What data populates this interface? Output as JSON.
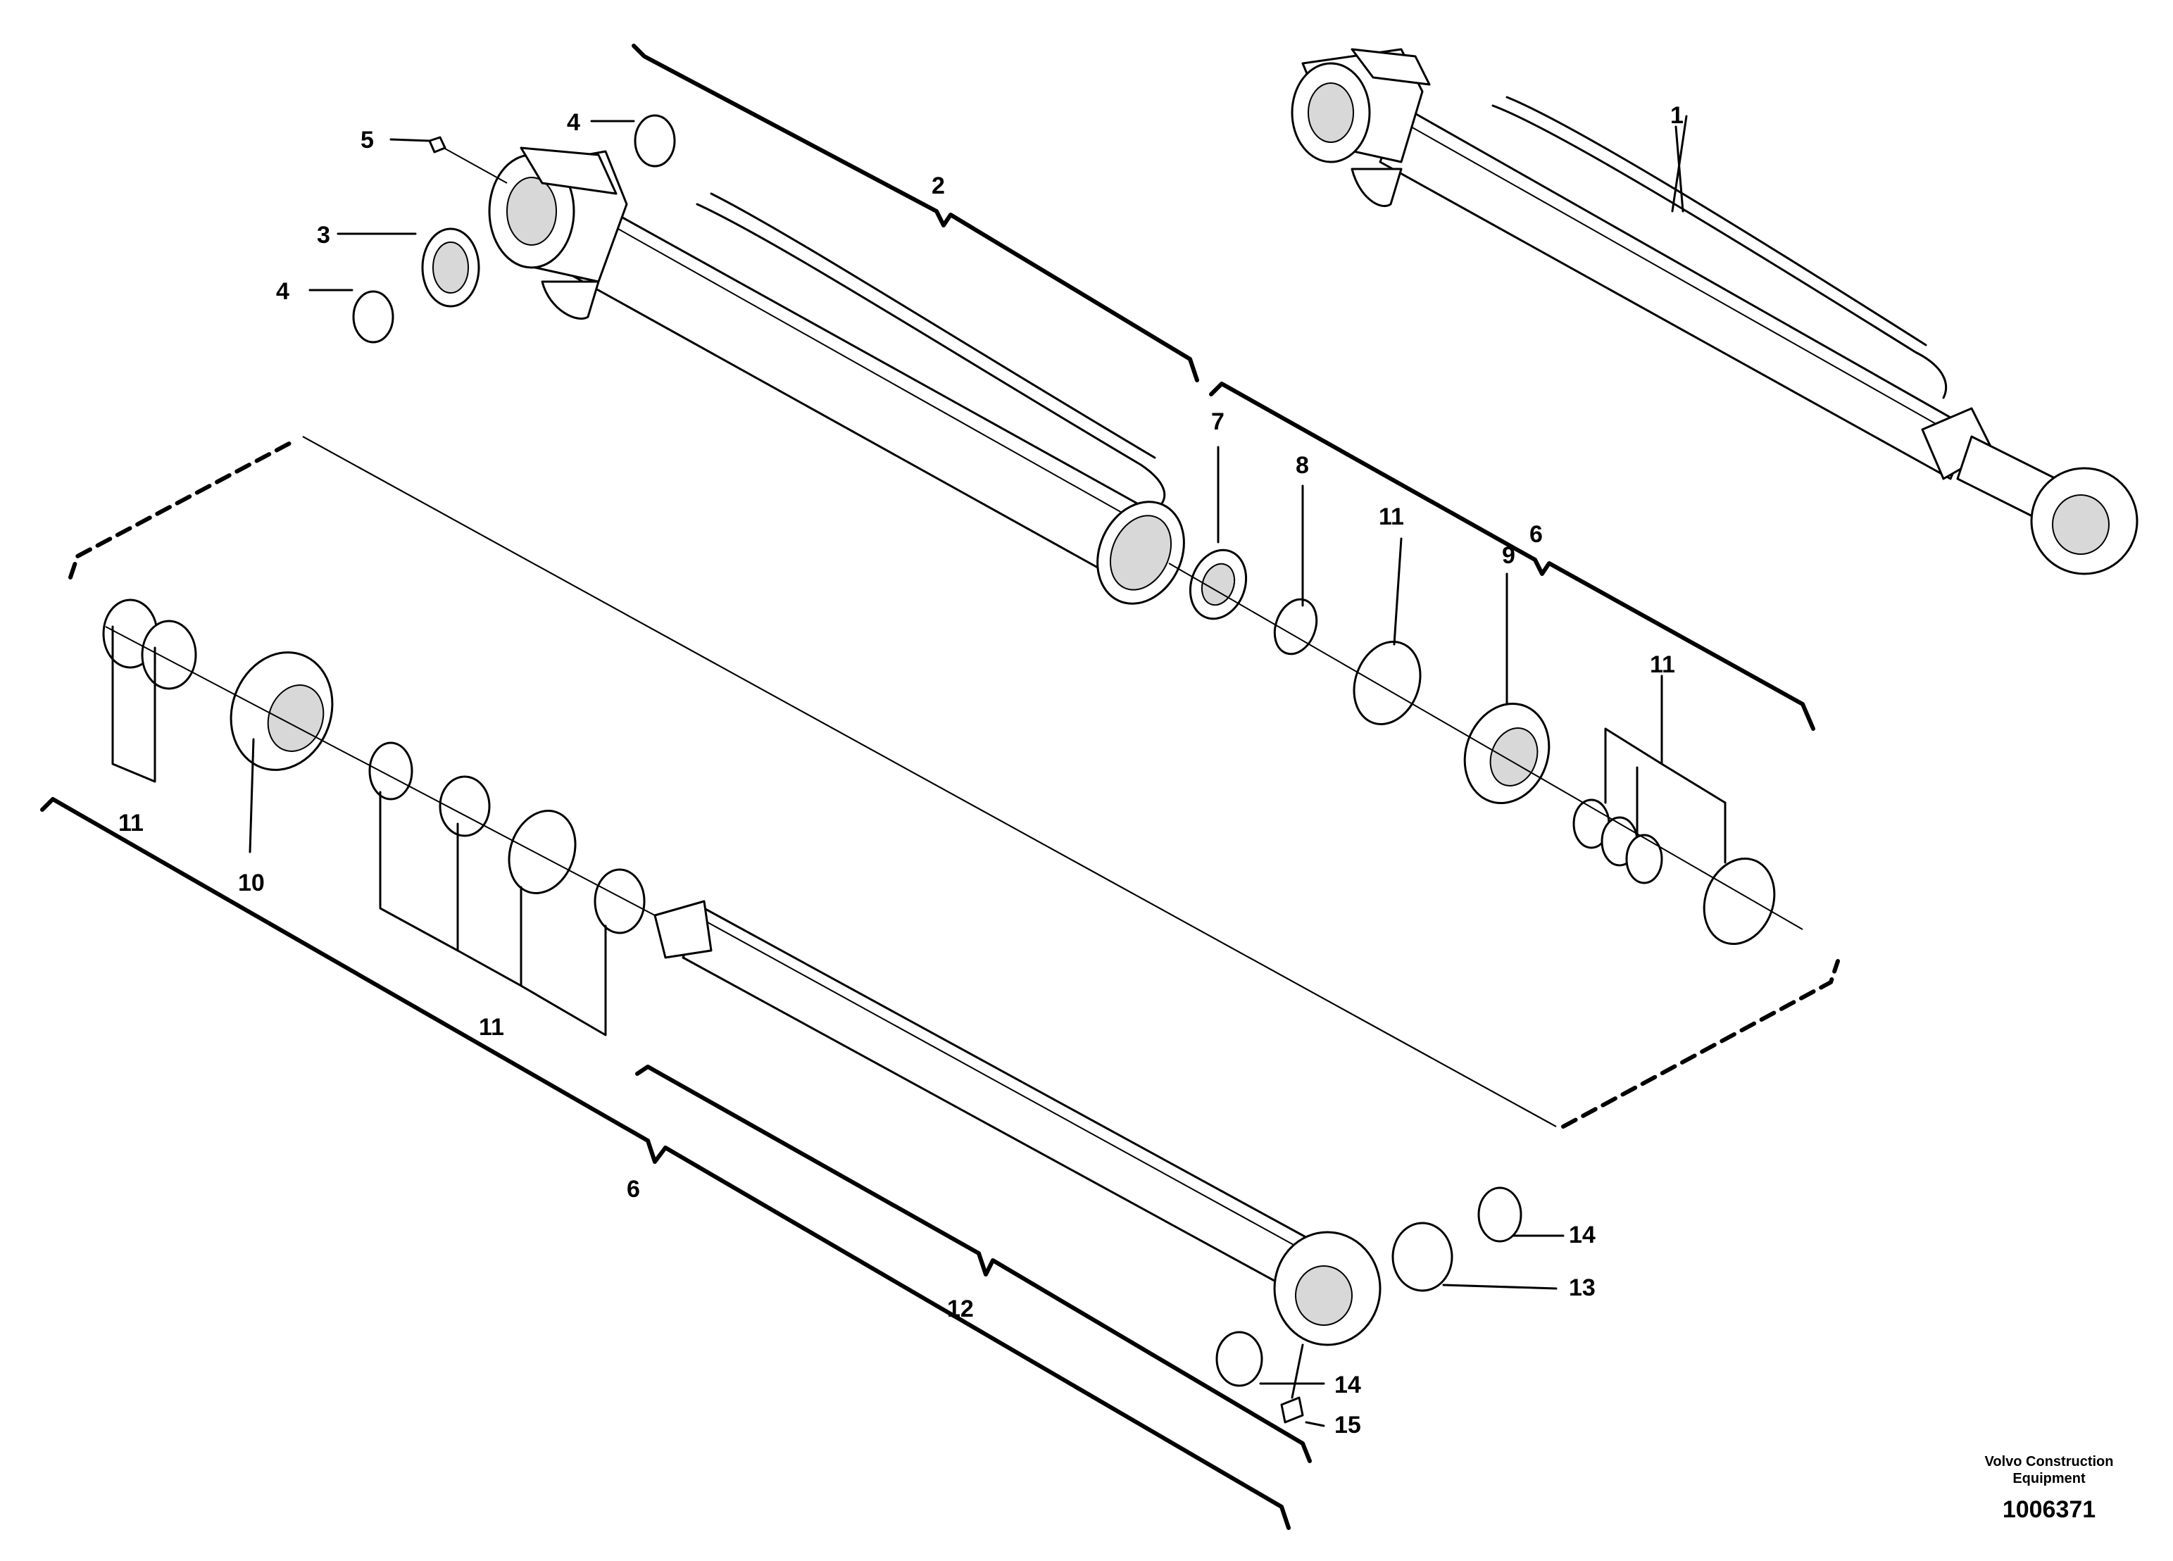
{
  "callouts": {
    "c1": "1",
    "c2": "2",
    "c3": "3",
    "c4a": "4",
    "c4b": "4",
    "c5": "5",
    "c6a": "6",
    "c6b": "6",
    "c7": "7",
    "c8": "8",
    "c9": "9",
    "c10": "10",
    "c11a": "11",
    "c11b": "11",
    "c11c": "11",
    "c11d": "11",
    "c12": "12",
    "c13": "13",
    "c14a": "14",
    "c14b": "14",
    "c15": "15"
  },
  "footer": {
    "brand_line1": "Volvo Construction",
    "brand_line2": "Equipment",
    "drawing_number": "1006371"
  }
}
